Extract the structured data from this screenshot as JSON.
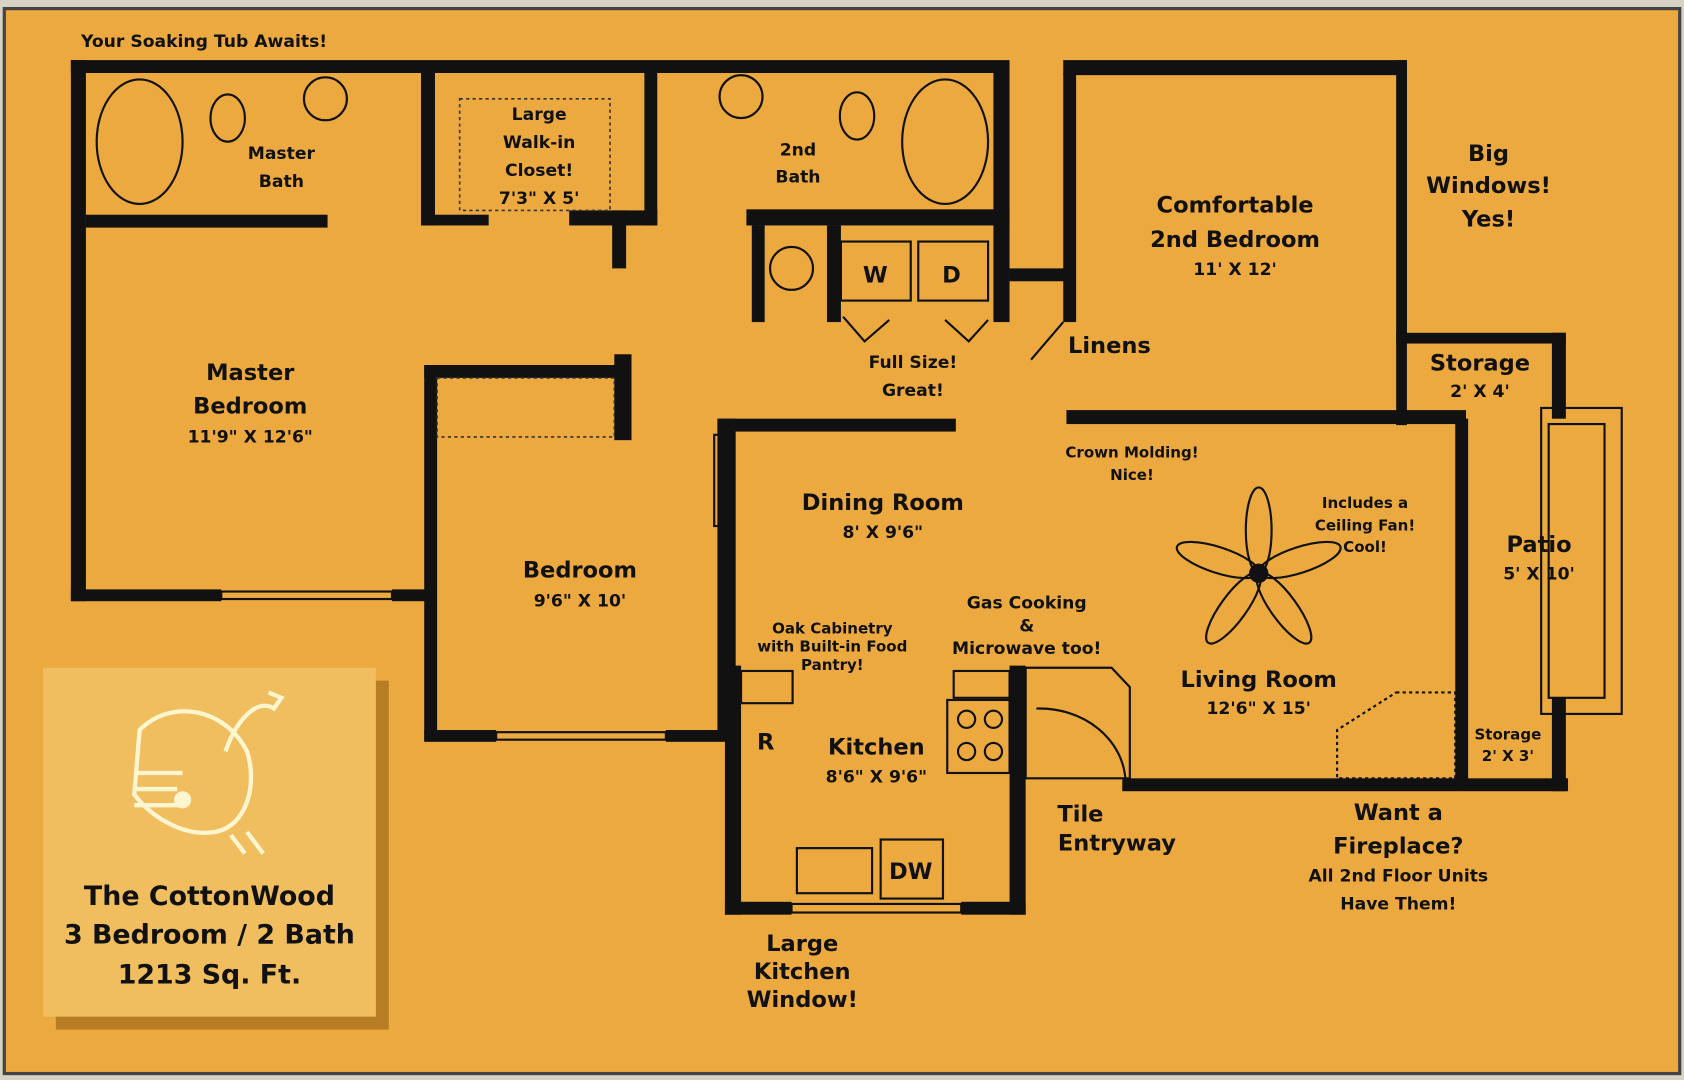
{
  "colors": {
    "background": "#EBA93F",
    "walls": "#111111",
    "logo_panel": "#F0BE5E"
  },
  "header_note": "Your Soaking Tub Awaits!",
  "rooms": {
    "master_bath": [
      "Master",
      "Bath"
    ],
    "closet": [
      "Large",
      "Walk-in",
      "Closet!",
      "7'3\" X 5'"
    ],
    "second_bath": [
      "2nd",
      "Bath"
    ],
    "second_bedroom": [
      "Comfortable",
      "2nd Bedroom",
      "11' X 12'"
    ],
    "master_bedroom": [
      "Master",
      "Bedroom",
      "11'9\" X 12'6\""
    ],
    "bedroom": [
      "Bedroom",
      "9'6\" X 10'"
    ],
    "dining": [
      "Dining Room",
      "8' X 9'6\""
    ],
    "kitchen": [
      "Kitchen",
      "8'6\" X 9'6\""
    ],
    "living": [
      "Living Room",
      "12'6\" X 15'"
    ],
    "storage_upper": [
      "Storage",
      "2' X 4'"
    ],
    "storage_lower": [
      "Storage",
      "2' X 3'"
    ],
    "patio": [
      "Patio",
      "5' X 10'"
    ],
    "linens": "Linens"
  },
  "appliances": {
    "washer": "W",
    "dryer": "D",
    "refrigerator": "R",
    "dishwasher": "DW"
  },
  "callouts": {
    "windows": [
      "Big",
      "Windows!",
      "Yes!"
    ],
    "laundry": [
      "Full Size!",
      "Great!"
    ],
    "crown": [
      "Crown Molding!",
      "Nice!"
    ],
    "fan": [
      "Includes a",
      "Ceiling Fan!",
      "Cool!"
    ],
    "cooking": [
      "Gas Cooking",
      "&",
      "Microwave too!"
    ],
    "cabinetry": [
      "Oak Cabinetry",
      "with Built-in Food",
      "Pantry!"
    ],
    "entry": [
      "Tile",
      "Entryway"
    ],
    "fireplace": [
      "Want a",
      "Fireplace?",
      "All 2nd Floor Units",
      "Have Them!"
    ],
    "kitchen_window": [
      "Large",
      "Kitchen",
      "Window!"
    ]
  },
  "plan_info": {
    "name": "The CottonWood",
    "beds_baths": "3 Bedroom / 2 Bath",
    "area": "1213 Sq. Ft."
  }
}
